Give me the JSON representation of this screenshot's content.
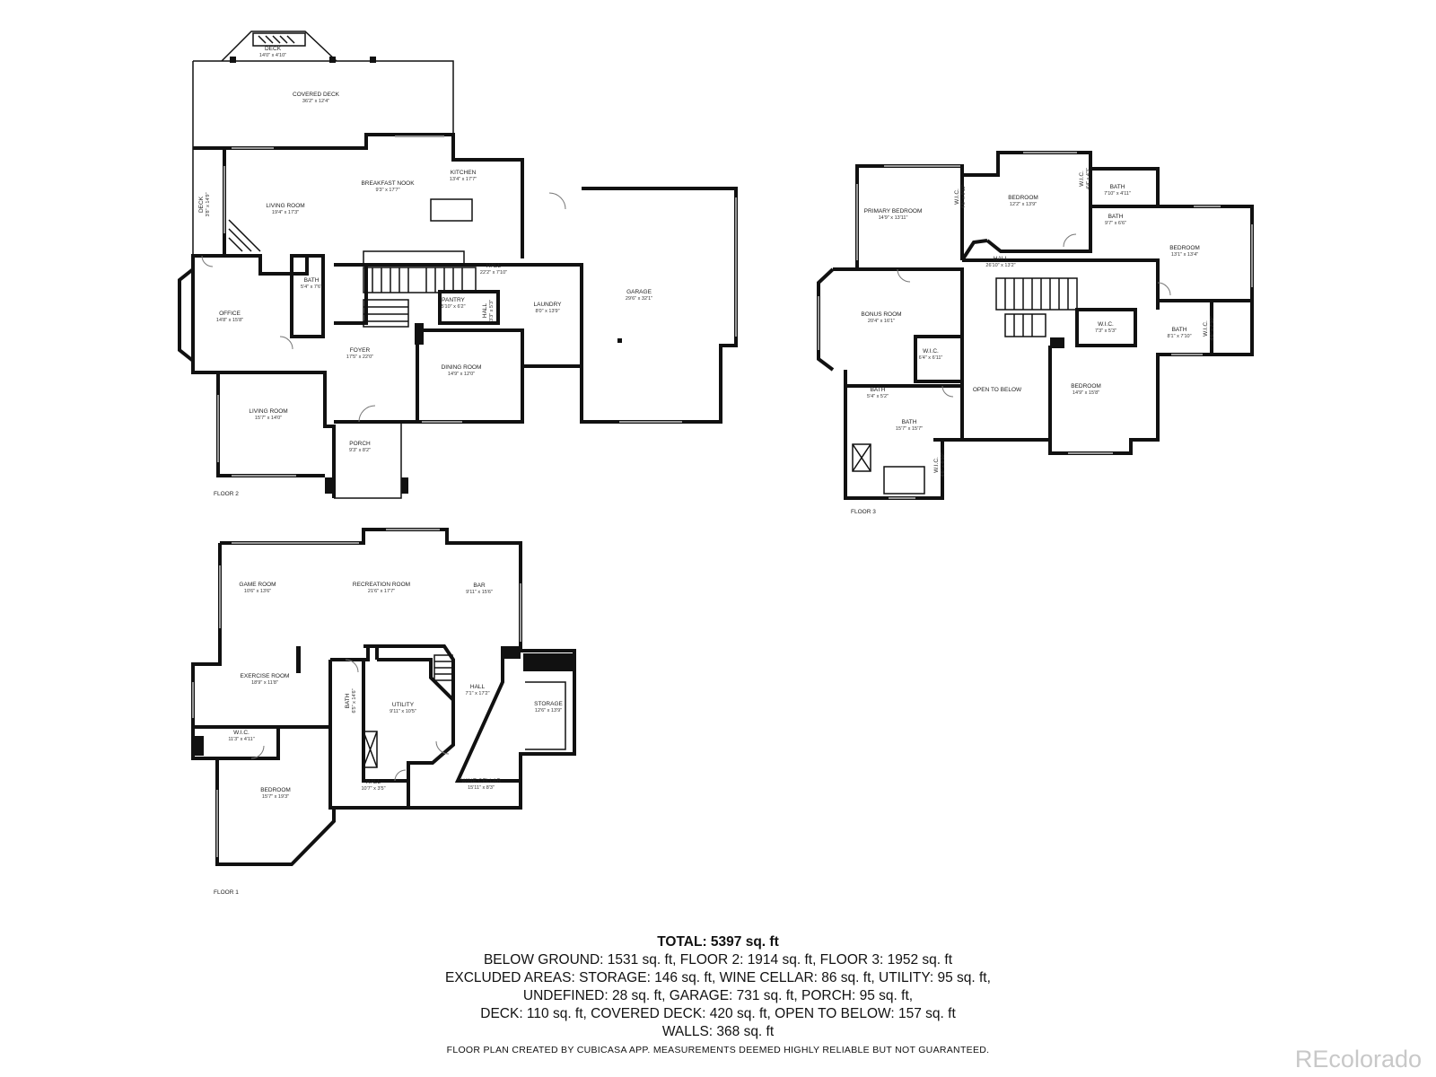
{
  "floors": [
    {
      "label": "FLOOR 2",
      "rooms": [
        {
          "name": "DECK",
          "dims": "14'0\" x 4'10\""
        },
        {
          "name": "COVERED DECK",
          "dims": "36'2\" x 12'4\""
        },
        {
          "name": "DECK",
          "dims": "3'8\" x 14'9\""
        },
        {
          "name": "BREAKFAST NOOK",
          "dims": "9'3\" x 17'7\""
        },
        {
          "name": "KITCHEN",
          "dims": "13'4\" x 17'7\""
        },
        {
          "name": "LIVING ROOM",
          "dims": "19'4\" x 17'3\""
        },
        {
          "name": "GARAGE",
          "dims": "29'6\" x 32'1\""
        },
        {
          "name": "HALL",
          "dims": "22'2\" x 7'10\""
        },
        {
          "name": "BATH",
          "dims": "5'4\" x 7'6\""
        },
        {
          "name": "PANTRY",
          "dims": "5'10\" x 6'2\""
        },
        {
          "name": "HALL",
          "dims": "3'3\" x 5'3\""
        },
        {
          "name": "LAUNDRY",
          "dims": "8'0\" x 13'9\""
        },
        {
          "name": "OFFICE",
          "dims": "14'8\" x 15'8\""
        },
        {
          "name": "FOYER",
          "dims": "17'5\" x 22'0\""
        },
        {
          "name": "DINING ROOM",
          "dims": "14'9\" x 12'0\""
        },
        {
          "name": "LIVING ROOM",
          "dims": "15'7\" x 14'0\""
        },
        {
          "name": "PORCH",
          "dims": "9'3\" x 8'2\""
        }
      ]
    },
    {
      "label": "FLOOR 3",
      "rooms": [
        {
          "name": "PRIMARY BEDROOM",
          "dims": "14'9\" x 13'11\""
        },
        {
          "name": "W.I.C.",
          "dims": "4'6\" x 9'11\""
        },
        {
          "name": "BEDROOM",
          "dims": "12'2\" x 13'9\""
        },
        {
          "name": "W.I.C.",
          "dims": "4'4\" x 4'3\""
        },
        {
          "name": "BATH",
          "dims": "7'10\" x 4'11\""
        },
        {
          "name": "BATH",
          "dims": "9'7\" x 6'6\""
        },
        {
          "name": "BEDROOM",
          "dims": "13'1\" x 13'4\""
        },
        {
          "name": "HALL",
          "dims": "26'10\" x 13'2\""
        },
        {
          "name": "BONUS ROOM",
          "dims": "20'4\" x 16'1\""
        },
        {
          "name": "W.I.C.",
          "dims": "7'3\" x 5'3\""
        },
        {
          "name": "BATH",
          "dims": "8'1\" x 7'10\""
        },
        {
          "name": "W.I.C.",
          "dims": "4'6\" x 7'10\""
        },
        {
          "name": "W.I.C.",
          "dims": "6'4\" x 6'11\""
        },
        {
          "name": "OPEN TO BELOW",
          "dims": ""
        },
        {
          "name": "BATH",
          "dims": "5'4\" x 5'2\""
        },
        {
          "name": "BEDROOM",
          "dims": "14'9\" x 15'8\""
        },
        {
          "name": "BATH",
          "dims": "15'7\" x 15'7\""
        },
        {
          "name": "W.I.C.",
          "dims": "4'6\" x 6'10\""
        }
      ]
    },
    {
      "label": "FLOOR 1",
      "rooms": [
        {
          "name": "GAME ROOM",
          "dims": "10'6\" x 13'6\""
        },
        {
          "name": "RECREATION ROOM",
          "dims": "21'6\" x 17'7\""
        },
        {
          "name": "BAR",
          "dims": "9'11\" x 15'6\""
        },
        {
          "name": "EXERCISE ROOM",
          "dims": "18'9\" x 11'8\""
        },
        {
          "name": "BATH",
          "dims": "6'5\" x 14'6\""
        },
        {
          "name": "UTILITY",
          "dims": "9'11\" x 10'5\""
        },
        {
          "name": "HALL",
          "dims": "7'1\" x 17'2\""
        },
        {
          "name": "STORAGE",
          "dims": "12'6\" x 13'9\""
        },
        {
          "name": "W.I.C.",
          "dims": "11'3\" x 4'11\""
        },
        {
          "name": "HALL",
          "dims": "10'7\" x 3'5\""
        },
        {
          "name": "WINE CELLAR",
          "dims": "15'11\" x 8'3\""
        },
        {
          "name": "BEDROOM",
          "dims": "15'7\" x 19'3\""
        }
      ]
    }
  ],
  "summary": {
    "total": "TOTAL: 5397 sq. ft",
    "lines": [
      "BELOW GROUND: 1531 sq. ft, FLOOR 2: 1914 sq. ft, FLOOR 3: 1952 sq. ft",
      "EXCLUDED AREAS: STORAGE: 146 sq. ft, WINE CELLAR: 86 sq. ft, UTILITY: 95 sq. ft,",
      "UNDEFINED: 28 sq. ft, GARAGE: 731 sq. ft, PORCH: 95 sq. ft,",
      "DECK: 110 sq. ft, COVERED DECK: 420 sq. ft, OPEN TO BELOW: 157 sq. ft",
      "WALLS: 368 sq. ft"
    ]
  },
  "disclaimer": "FLOOR PLAN CREATED BY CUBICASA APP. MEASUREMENTS DEEMED HIGHLY RELIABLE BUT NOT GUARANTEED.",
  "watermark": "REcolorado"
}
